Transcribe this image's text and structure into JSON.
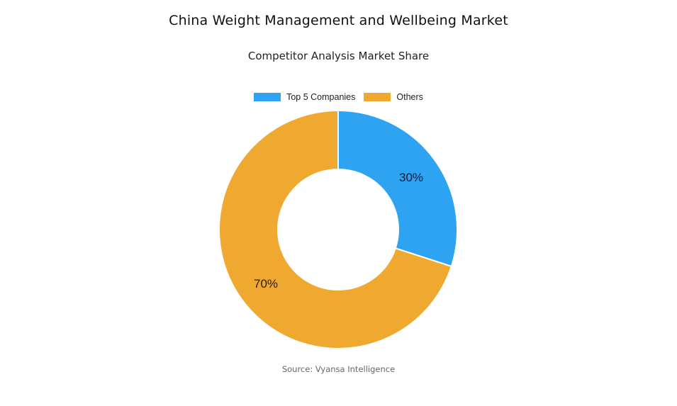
{
  "header": {
    "title": "China Weight Management and Wellbeing Market",
    "subtitle": "Competitor Analysis Market Share"
  },
  "legend": {
    "items": [
      {
        "label": "Top 5 Companies",
        "color": "#2EA3F2"
      },
      {
        "label": "Others",
        "color": "#F0A930"
      }
    ]
  },
  "slices": {
    "top5": {
      "label": "30%",
      "color": "#2EA3F2",
      "text_color": "#0E1A3A"
    },
    "others": {
      "label": "70%",
      "color": "#F0A930",
      "text_color": "#2A1A05"
    }
  },
  "footer": {
    "source": "Source: Vyansa Intelligence"
  },
  "chart_data": {
    "type": "pie",
    "variant": "donut",
    "title": "China Weight Management and Wellbeing Market",
    "subtitle": "Competitor Analysis Market Share",
    "categories": [
      "Top 5 Companies",
      "Others"
    ],
    "values": [
      30,
      70
    ],
    "unit": "%",
    "colors": [
      "#2EA3F2",
      "#F0A930"
    ],
    "data_labels": [
      "30%",
      "70%"
    ],
    "legend_position": "top",
    "start_angle": "12 o'clock, clockwise",
    "source": "Source: Vyansa Intelligence"
  }
}
